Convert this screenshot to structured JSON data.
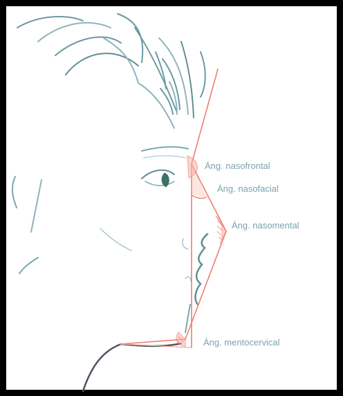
{
  "labels": {
    "nasofrontal": "Áng. nasofrontal",
    "nasofacial": "Áng. nasofacial",
    "nasomental": "Áng. nasomental",
    "mentocervical": "Áng. mentocervical"
  },
  "colors": {
    "frame": "#000000",
    "sketch_primary": "#5f8f93",
    "sketch_secondary": "#8fb3bd",
    "sketch_dark": "#3f6f6a",
    "angle_lines": "#f07c70",
    "angle_fill": "#f6b6ad",
    "label_text": "#7aa2b0"
  }
}
